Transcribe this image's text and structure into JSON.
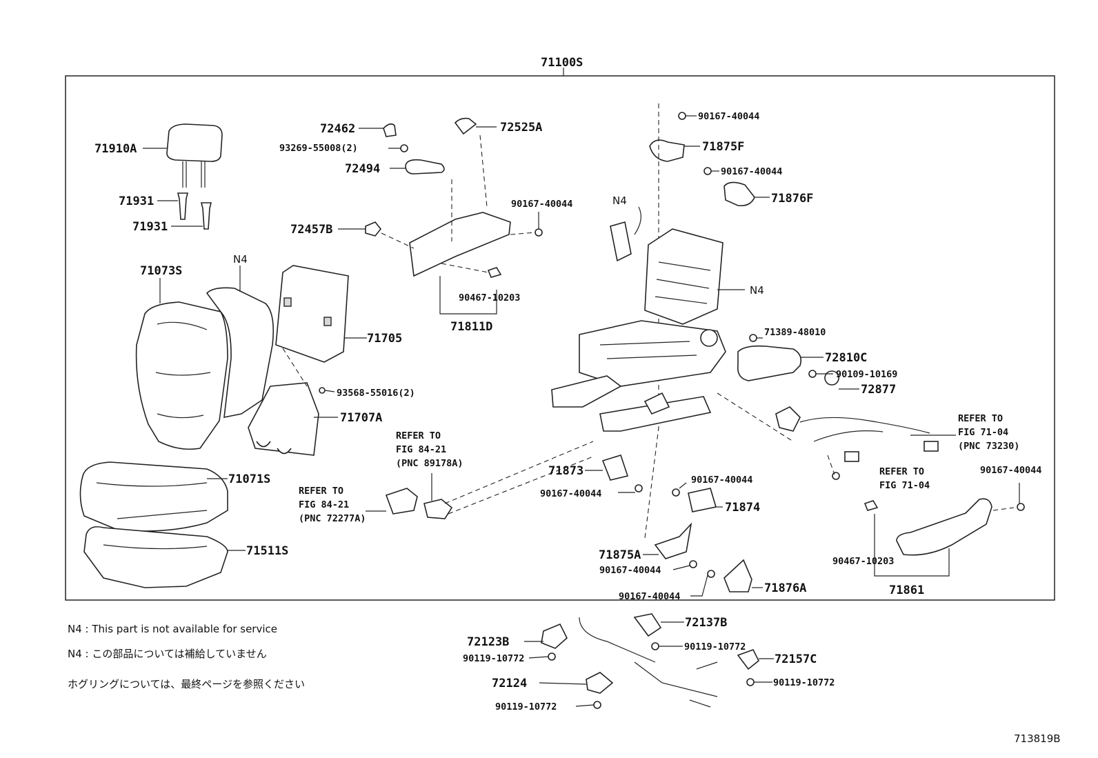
{
  "assembly_label": "71100S",
  "parts": {
    "p71910A": "71910A",
    "p71931a": "71931",
    "p71931b": "71931",
    "p71073S": "71073S",
    "n4_back": "N4",
    "p71705": "71705",
    "p93568": "93568-55016(2)",
    "p71707A": "71707A",
    "p71071S": "71071S",
    "p71511S": "71511S",
    "p72462": "72462",
    "p72525A": "72525A",
    "p93269": "93269-55008(2)",
    "p72494": "72494",
    "p90167_a": "90167-40044",
    "p72457B": "72457B",
    "p90467_a": "90467-10203",
    "p71811D": "71811D",
    "p90167_b": "90167-40044",
    "p71875F": "71875F",
    "p90167_c": "90167-40044",
    "p71876F": "71876F",
    "n4_frame_top": "N4",
    "n4_frame": "N4",
    "p71389": "71389-48010",
    "p72810C": "72810C",
    "p90109": "90109-10169",
    "p72877": "72877",
    "p71873": "71873",
    "p90167_d": "90167-40044",
    "p90167_e": "90167-40044",
    "p71874": "71874",
    "p71875A": "71875A",
    "p90167_f": "90167-40044",
    "p90167_g": "90167-40044",
    "p71876A": "71876A",
    "p90167_h": "90167-40044",
    "p90467_b": "90467-10203",
    "p71861": "71861",
    "p72123B": "72123B",
    "p90119_a": "90119-10772",
    "p72124": "72124",
    "p90119_b": "90119-10772",
    "p72137B": "72137B",
    "p90119_c": "90119-10772",
    "p72157C": "72157C",
    "p90119_d": "90119-10772"
  },
  "refers": {
    "r1": [
      "REFER TO",
      "FIG 84-21",
      "(PNC 89178A)"
    ],
    "r2": [
      "REFER TO",
      "FIG 84-21",
      "(PNC 72277A)"
    ],
    "r3": [
      "REFER TO",
      "FIG 71-04",
      "(PNC 73230)"
    ],
    "r4": [
      "REFER TO",
      "FIG 71-04"
    ]
  },
  "notes": {
    "n1": "N4 : This part is not available for service",
    "n2": "N4 : この部品については補給していません",
    "n3": "ホグリングについては、最終ページを参照ください"
  },
  "figure_id": "713819B"
}
